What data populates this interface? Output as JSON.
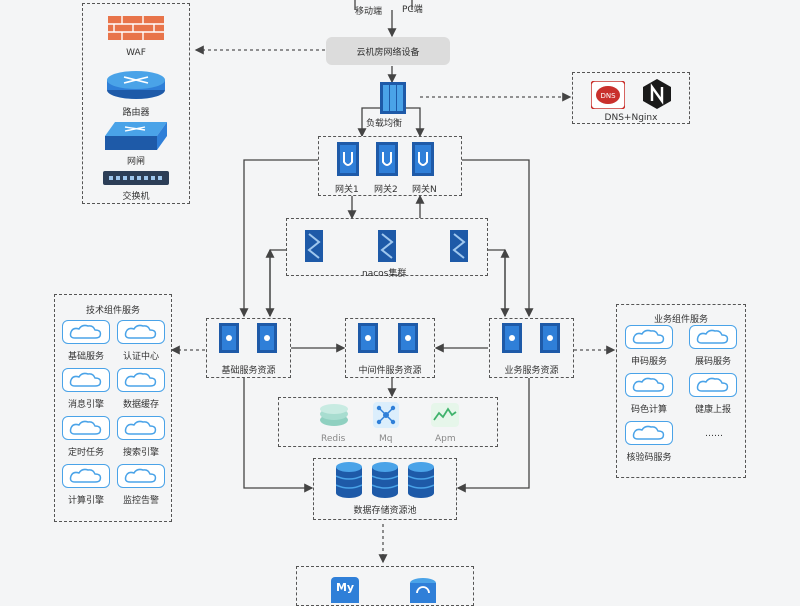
{
  "top": {
    "mobile_label": "移动端",
    "pc_label": "PC端"
  },
  "cloud_device": "云机房网络设备",
  "security_group": {
    "waf": "WAF",
    "router": "路由器",
    "gateway": "网闸",
    "switch": "交换机"
  },
  "load_balancer": "负载均衡",
  "dns_box": {
    "label": "DNS+Nginx"
  },
  "gateways": [
    "网关1",
    "网关2",
    "网关N"
  ],
  "nacos": "nacos集群",
  "tech_services": {
    "title": "技术组件服务",
    "items": [
      "基础服务",
      "认证中心",
      "消息引擎",
      "数据缓存",
      "定时任务",
      "搜索引擎",
      "计算引擎",
      "监控告警"
    ]
  },
  "biz_services": {
    "title": "业务组件服务",
    "items": [
      "申码服务",
      "展码服务",
      "码色计算",
      "健康上报",
      "核验码服务"
    ],
    "ellipsis": "……"
  },
  "resource_pools": [
    "基础服务资源",
    "中间件服务资源",
    "业务服务资源"
  ],
  "middleware": [
    "Redis",
    "Mq",
    "Apm"
  ],
  "storage": "数据存储资源池",
  "bottom_items": [
    "My",
    ""
  ],
  "colors": {
    "accent": "#2f7fd8",
    "line": "#444444",
    "dash": "#555555",
    "cloud_border": "#4aa3e8"
  }
}
